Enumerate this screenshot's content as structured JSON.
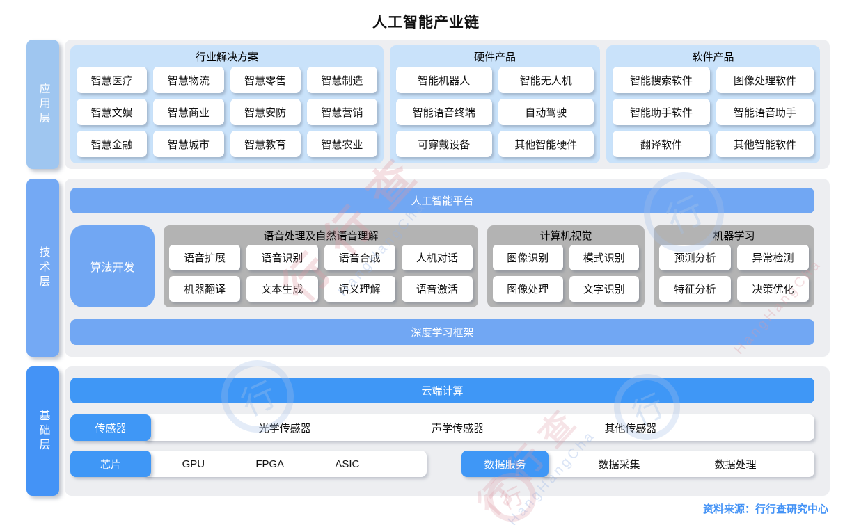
{
  "title": "人工智能产业链",
  "source": "资料来源：行行查研究中心",
  "watermark": {
    "text": "行行查",
    "latin": "HangHangCha",
    "logo_char": "行"
  },
  "colors": {
    "app_tab": "#9FC6F0",
    "tech_tab": "#74A9F4",
    "base_tab": "#4493F6",
    "app_group_bg": "#C9E2FA",
    "tech_blue": "#71A7F3",
    "base_blue": "#3F97F6",
    "gray_group": "#B3B3B3",
    "panel_bg": "#EDEEF1",
    "accent": "#4493F6"
  },
  "layers": [
    {
      "id": "application",
      "label": "应用层",
      "groups": [
        {
          "title": "行业解决方案",
          "items": [
            "智慧医疗",
            "智慧物流",
            "智慧零售",
            "智慧制造",
            "智慧文娱",
            "智慧商业",
            "智慧安防",
            "智慧营销",
            "智慧金融",
            "智慧城市",
            "智慧教育",
            "智慧农业"
          ]
        },
        {
          "title": "硬件产品",
          "items": [
            "智能机器人",
            "智能无人机",
            "智能语音终端",
            "自动驾驶",
            "可穿戴设备",
            "其他智能硬件"
          ]
        },
        {
          "title": "软件产品",
          "items": [
            "智能搜索软件",
            "图像处理软件",
            "智能助手软件",
            "智能语音助手",
            "翻译软件",
            "其他智能软件"
          ]
        }
      ]
    },
    {
      "id": "technology",
      "label": "技术层",
      "top_bar": "人工智能平台",
      "side_box": "算法开发",
      "groups": [
        {
          "title": "语音处理及自然语音理解",
          "items": [
            "语音扩展",
            "语音识别",
            "语音合成",
            "人机对话",
            "机器翻译",
            "文本生成",
            "语义理解",
            "语音激活"
          ]
        },
        {
          "title": "计算机视觉",
          "items": [
            "图像识别",
            "模式识别",
            "图像处理",
            "文字识别"
          ]
        },
        {
          "title": "机器学习",
          "items": [
            "预测分析",
            "异常检测",
            "特征分析",
            "决策优化"
          ]
        }
      ],
      "bottom_bar": "深度学习框架"
    },
    {
      "id": "foundation",
      "label": "基础层",
      "top_bar": "云端计算",
      "rows": [
        {
          "tab": "传感器",
          "items": [
            "光学传感器",
            "声学传感器",
            "其他传感器"
          ]
        },
        {
          "tab": "芯片",
          "items": [
            "GPU",
            "FPGA",
            "ASIC"
          ]
        },
        {
          "tab": "数据服务",
          "items": [
            "数据采集",
            "数据处理"
          ]
        }
      ]
    }
  ]
}
